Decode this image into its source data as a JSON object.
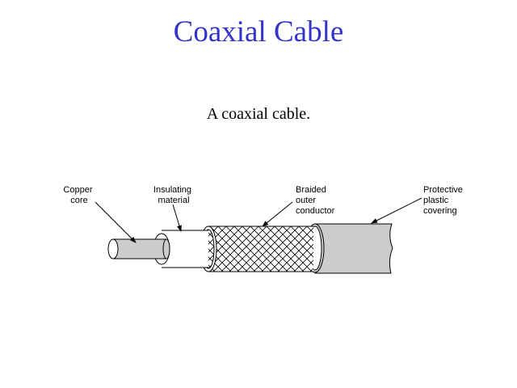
{
  "slide": {
    "title": "Coaxial Cable",
    "subtitle": "A coaxial cable."
  },
  "diagram": {
    "labels": {
      "copper_core": [
        "Copper",
        "core"
      ],
      "insulating_material": [
        "Insulating",
        "material"
      ],
      "braided_outer_conductor": [
        "Braided",
        "outer",
        "conductor"
      ],
      "protective_plastic_covering": [
        "Protective",
        "plastic",
        "covering"
      ]
    },
    "colors": {
      "title": "#3333cc",
      "cable_fill": "#cccccc"
    }
  }
}
